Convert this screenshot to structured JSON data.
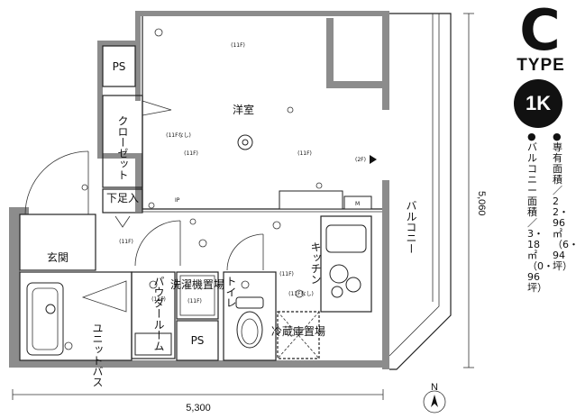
{
  "plan": {
    "rooms": {
      "western_room": "洋室",
      "closet": "クローゼット",
      "shoe_storage": "下足入",
      "entrance": "玄関",
      "powder_room": "パウダールーム",
      "washer_space": "洗濯機置場",
      "toilet": "トイレ",
      "kitchen": "キッチン",
      "unit_bath": "ユニットバス",
      "balcony": "バルコニー",
      "fridge_space": "冷蔵庫置場",
      "ps_top": "PS",
      "ps_bottom": "PS"
    },
    "notes": {
      "n11f_a": "(11F)",
      "n11f_none_a": "(11Fなし)",
      "n11f_b": "(11F)",
      "n11f_c": "(11F)",
      "n2f": "(2F)",
      "n11f_d": "(11F)",
      "n11f_e": "(11F)",
      "n11f_f": "(11F)",
      "n11f_none_b": "(11Fなし)",
      "n11f_g": "(11F)",
      "ip": "IP",
      "m": "M"
    },
    "dimensions": {
      "width": "5,300",
      "depth": "5,060"
    },
    "compass": "N"
  },
  "type_panel": {
    "letter": "C",
    "word": "TYPE",
    "layout": "1K",
    "specs_col1": "●専有面積／22・96㎡（6・94坪）",
    "specs_col2": "●バルコニー面積／3・18㎡（0・96坪）"
  }
}
